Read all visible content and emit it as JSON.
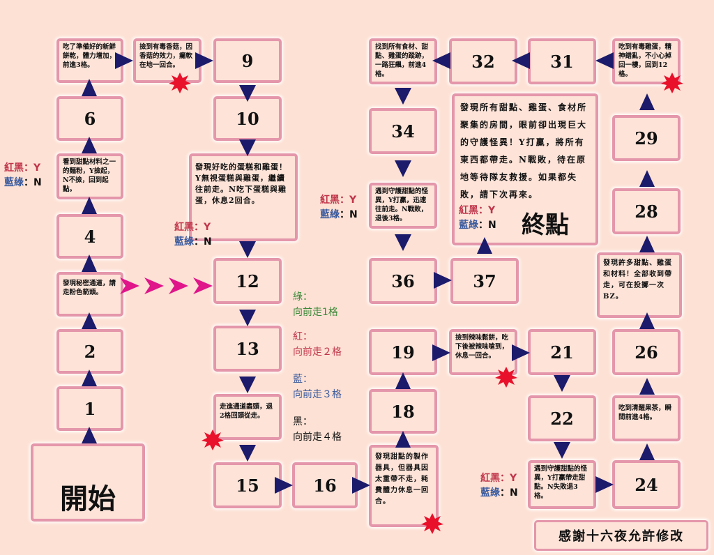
{
  "start_label": "開始",
  "end_label": "終點",
  "credit": "感謝十六夜允許修改",
  "colors": {
    "cell_border": "#e496aa",
    "cell_fill": "#fde3d8",
    "background": "#fde1d4",
    "arrow": "#1b1a6b",
    "secret_arrow": "#e0158a",
    "burst": "#e8102a"
  },
  "yes_no": {
    "red_black": "紅黑",
    "blue_green": "藍綠",
    "colon": "：",
    "yes": "Y",
    "no": "N"
  },
  "legend": [
    {
      "color_name": "綠：",
      "move": "向前走1格"
    },
    {
      "color_name": "紅：",
      "move": "向前走２格"
    },
    {
      "color_name": "藍：",
      "move": "向前走３格"
    },
    {
      "color_name": "黑：",
      "move": "向前走４格"
    }
  ],
  "cells": {
    "c1": "1",
    "c2": "2",
    "c3": "發現秘密通道，請走粉色箭頭。",
    "c4": "4",
    "c5": "看到甜點材料之一的麵粉，Y撿起，N不撿，回到起點。",
    "c6": "6",
    "c7": "吃了準備好的新鮮餅乾，體力增加，前進3格。",
    "c8": "撿到有毒香菇，因香菇的效力，癱軟在地一回合。",
    "c9": "9",
    "c10": "10",
    "c11": "發現好吃的蛋糕和雞蛋！Y無視蛋糕與雞蛋，繼續往前走。N吃下蛋糕與雞蛋，休息2回合。",
    "c12": "12",
    "c13": "13",
    "c14": "走進通道盡頭，退2格回頭從走。",
    "c15": "15",
    "c16": "16",
    "c17": "發現甜點的製作器具，但器具因太重帶不走，耗費體力休息一回合。",
    "c18": "18",
    "c19": "19",
    "c20": "撿到辣味鬆餅，吃下後被辣味嗆到，休息一回合。",
    "c21": "21",
    "c22": "22",
    "c23": "遇到守護甜點的怪異，Y打贏帶走甜點。N失敗退3格。",
    "c24": "24",
    "c25": "吃到清醒果茶，瞬間前進4格。",
    "c26": "26",
    "c27": "發現許多甜點、雞蛋和材料！全部收到帶走，可在投擲一次BZ。",
    "c28": "28",
    "c29": "29",
    "c30": "吃到有毒雞蛋，精神錯亂，不小心掉回一樓，回到12格。",
    "c31": "31",
    "c32": "32",
    "c33": "找到所有食材、甜點、雞蛋的蹤跡，一路狂飆，前進4格。",
    "c34": "34",
    "c35": "遇到守護甜點的怪異，Y打贏，迅速往前走。N戰敗，退後3格。",
    "c36": "36",
    "c37": "37",
    "final": "發現所有甜點、雞蛋、食材所聚集的房間，眼前卻出現巨大的守護怪異！Y打贏，將所有東西都帶走。N戰敗，待在原地等待隊友救援。如果都失敗，請下次再來。"
  }
}
